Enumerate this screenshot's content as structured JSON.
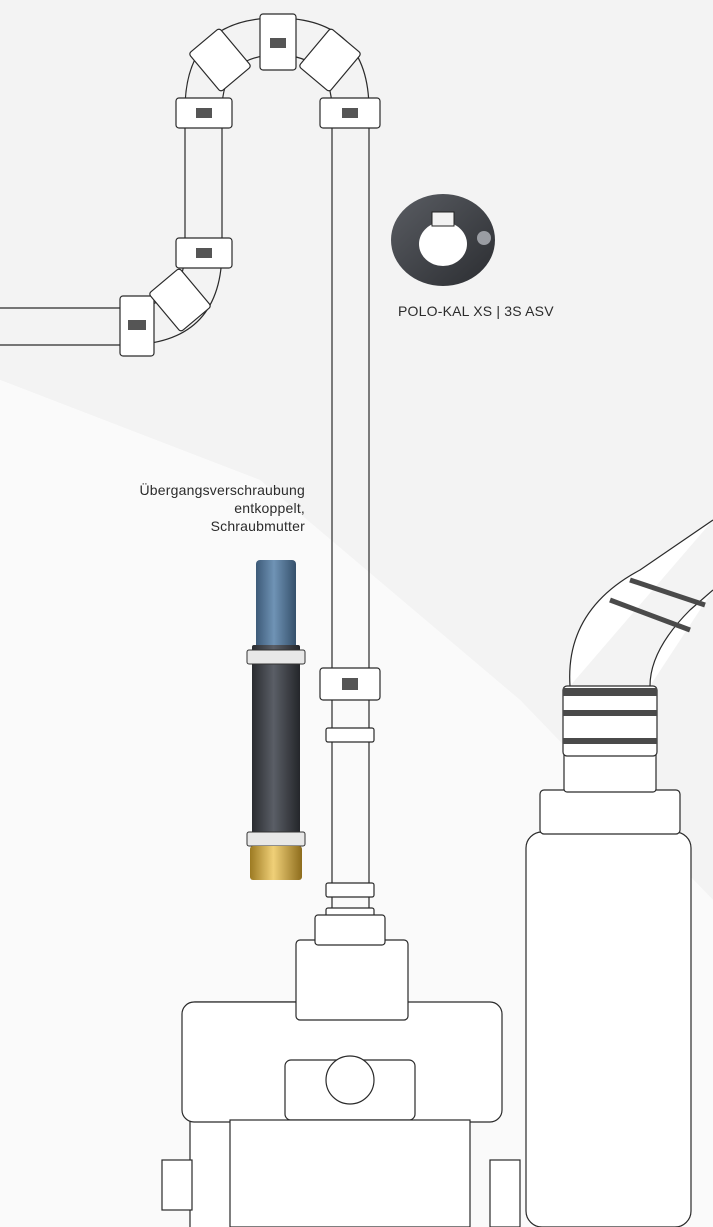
{
  "labels": {
    "clamp": "POLO-KAL XS | 3S ASV",
    "fitting_line1": "Übergangsverschraubung",
    "fitting_line2": "entkoppelt,",
    "fitting_line3": "Schraubmutter"
  },
  "colors": {
    "background_shade": "#f2f2f2",
    "line": "#2a2a2a",
    "pipe_blue": "#4a6d8f",
    "pipe_dark": "#3a3d42",
    "brass": "#c9a23a",
    "clamp_dark": "#3b3e44"
  }
}
